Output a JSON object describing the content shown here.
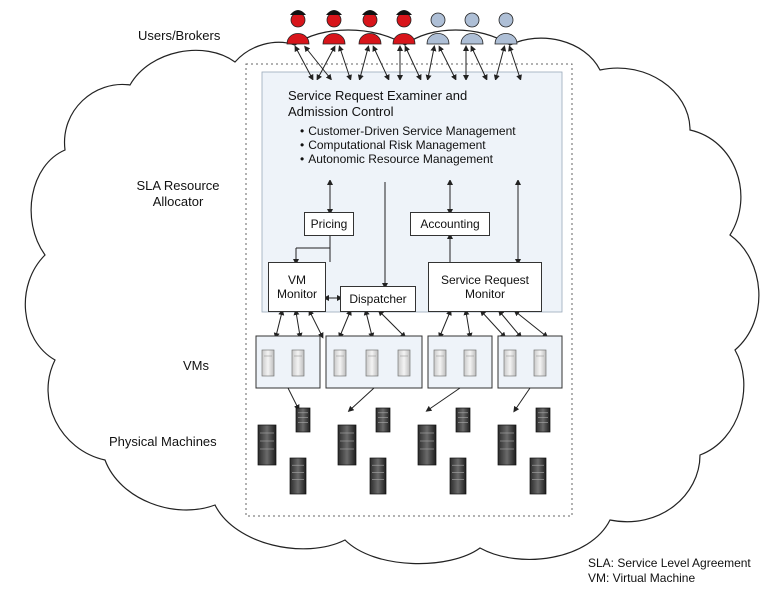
{
  "labels": {
    "users": "Users/Brokers",
    "sla_allocator_line1": "SLA Resource",
    "sla_allocator_line2": "Allocator",
    "vms": "VMs",
    "physical": "Physical Machines"
  },
  "admission": {
    "title_line1": "Service Request Examiner and",
    "title_line2": "Admission Control",
    "bullets": [
      "Customer-Driven Service Management",
      "Computational Risk Management",
      "Autonomic Resource Management"
    ]
  },
  "components": {
    "pricing": "Pricing",
    "accounting": "Accounting",
    "vm_monitor_line1": "VM",
    "vm_monitor_line2": "Monitor",
    "dispatcher": "Dispatcher",
    "service_monitor_line1": "Service Request",
    "service_monitor_line2": "Monitor"
  },
  "legend": {
    "sla": "SLA: Service Level Agreement",
    "vm": "VM: Virtual Machine"
  },
  "icons": {
    "user_icon": "person-icon",
    "vm_icon": "virtual-machine-icon",
    "server_icon": "server-tower-icon"
  },
  "colors": {
    "user_red": "#d8151b",
    "user_blue": "#aebfd6",
    "panel_fill": "#eef3f9",
    "cloud_stroke": "#222222"
  }
}
